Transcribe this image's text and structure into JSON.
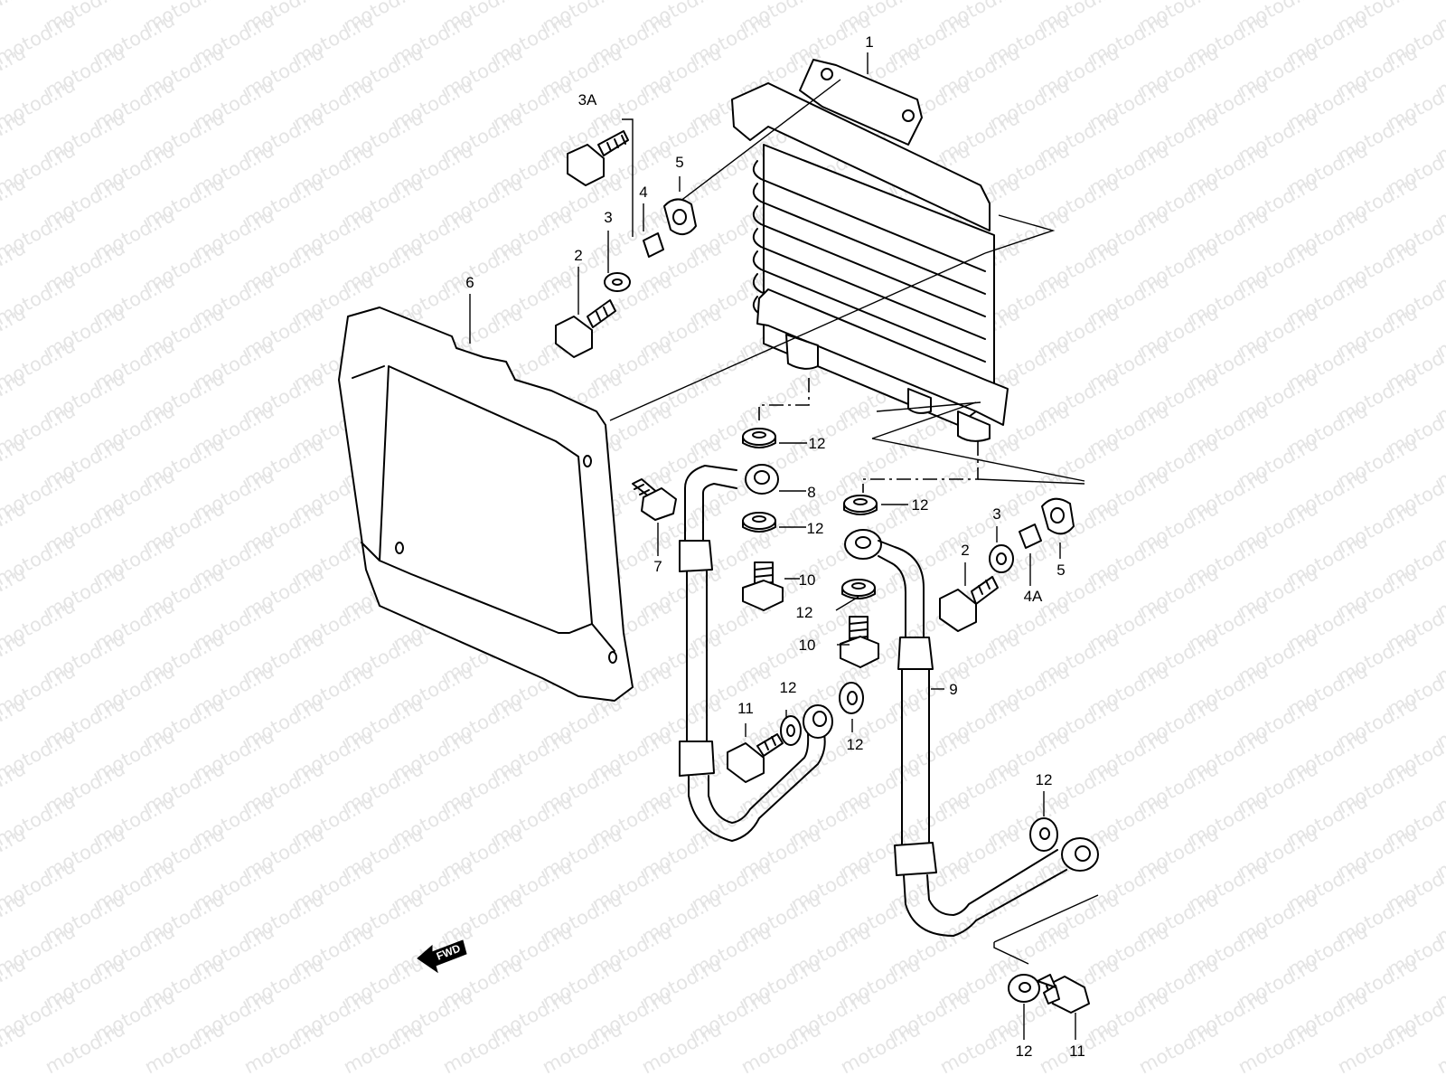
{
  "watermark": {
    "text": "motod.ru",
    "color": "#e4e4e4"
  },
  "fwd_marker": {
    "label": "FWD",
    "icon": "fwd-arrow-icon"
  },
  "callouts": {
    "c1": "1",
    "c3a": "3A",
    "c4_top": "4",
    "c5_top": "5",
    "c3_top": "3",
    "c2_top": "2",
    "c6": "6",
    "c12_a": "12",
    "c8": "8",
    "c12_b": "12",
    "c12_c": "12",
    "c7": "7",
    "c10_a": "10",
    "c12_d": "12",
    "c10_b": "10",
    "c3_right": "3",
    "c2_right": "2",
    "c4a": "4A",
    "c5_right": "5",
    "c9": "9",
    "c12_e": "12",
    "c11_a": "11",
    "c12_f": "12",
    "c12_g": "12",
    "c12_h": "12",
    "c11_b": "11"
  }
}
